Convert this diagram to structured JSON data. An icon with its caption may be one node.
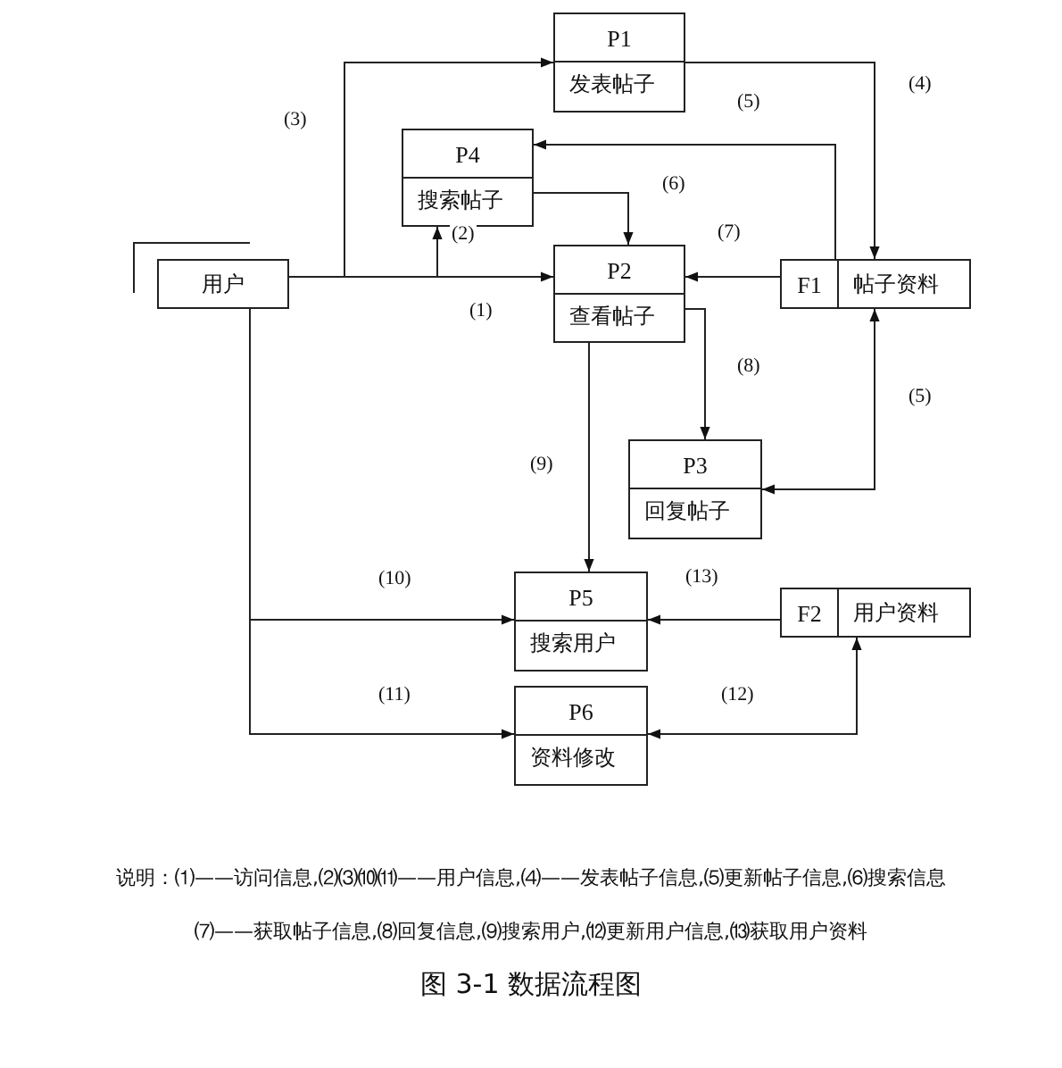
{
  "diagram": {
    "caption": "图 3-1 数据流程图",
    "nodes": [
      {
        "text": [
          "用户"
        ]
      },
      {
        "text": [
          "P1",
          "发表帖子"
        ]
      },
      {
        "text": [
          "P4",
          "搜索帖子"
        ]
      },
      {
        "text": [
          "P2",
          "查看帖子"
        ]
      },
      {
        "text": [
          "F1",
          "帖子资料"
        ]
      },
      {
        "text": [
          "P3",
          "回复帖子"
        ]
      },
      {
        "text": [
          "P5",
          "搜索用户"
        ]
      },
      {
        "text": [
          "F2",
          "用户资料"
        ]
      },
      {
        "text": [
          "P6",
          "资料修改"
        ]
      }
    ],
    "edges": [
      {
        "from": 0,
        "to": 3,
        "arrow": "to",
        "label": "(1)"
      },
      {
        "from": 0,
        "to": 2,
        "arrow": "to",
        "label": "(2)"
      },
      {
        "from": 0,
        "to": 1,
        "arrow": "to",
        "label": "(3)"
      },
      {
        "from": 1,
        "to": 4,
        "arrow": "to",
        "label": "(4)"
      },
      {
        "from": 4,
        "to": 2,
        "arrow": "to",
        "label": "(5)"
      },
      {
        "from": 2,
        "to": 3,
        "arrow": "to",
        "label": "(6)"
      },
      {
        "from": 4,
        "to": 3,
        "arrow": "to",
        "label": "(7)"
      },
      {
        "from": 3,
        "to": 5,
        "arrow": "to",
        "label": "(8)"
      },
      {
        "from": 5,
        "to": 4,
        "arrow": "both",
        "label": "(5)"
      },
      {
        "from": 3,
        "to": 6,
        "arrow": "to",
        "label": "(9)"
      },
      {
        "from": 0,
        "to": 6,
        "arrow": "to",
        "label": "(10)"
      },
      {
        "from": 0,
        "to": 8,
        "arrow": "to",
        "label": "(11)"
      },
      {
        "from": 7,
        "to": 6,
        "arrow": "to",
        "label": "(13)"
      },
      {
        "from": 7,
        "to": 8,
        "arrow": "both",
        "label": "(12)"
      }
    ],
    "labels": [
      "说明：⑴——访问信息,⑵⑶⑽⑾——用户信息,⑷——发表帖子信息,⑸更新帖子信息,⑹搜索信息",
      "⑺——获取帖子信息,⑻回复信息,⑼搜索用户,⑿更新用户信息,⒀获取用户资料"
    ]
  }
}
